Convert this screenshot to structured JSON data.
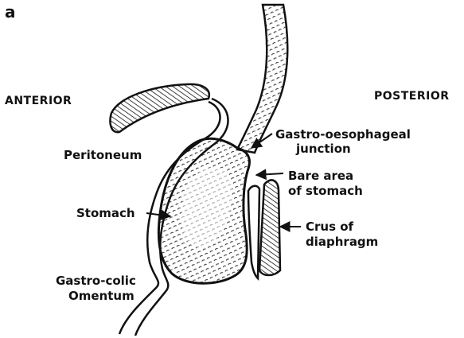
{
  "panel_label": "a",
  "labels": {
    "anterior": "ANTERIOR",
    "posterior": "POSTERIOR",
    "peritoneum": "Peritoneum",
    "gastro_oesophageal_1": "Gastro-oesophageal",
    "gastro_oesophageal_2": "junction",
    "bare_area_1": "Bare area",
    "bare_area_2": "of stomach",
    "stomach": "Stomach",
    "crus_1": "Crus of",
    "crus_2": "diaphragm",
    "gastro_colic_1": "Gastro-colic",
    "gastro_colic_2": "Omentum"
  },
  "colors": {
    "ink": "#111111",
    "background": "#ffffff"
  }
}
